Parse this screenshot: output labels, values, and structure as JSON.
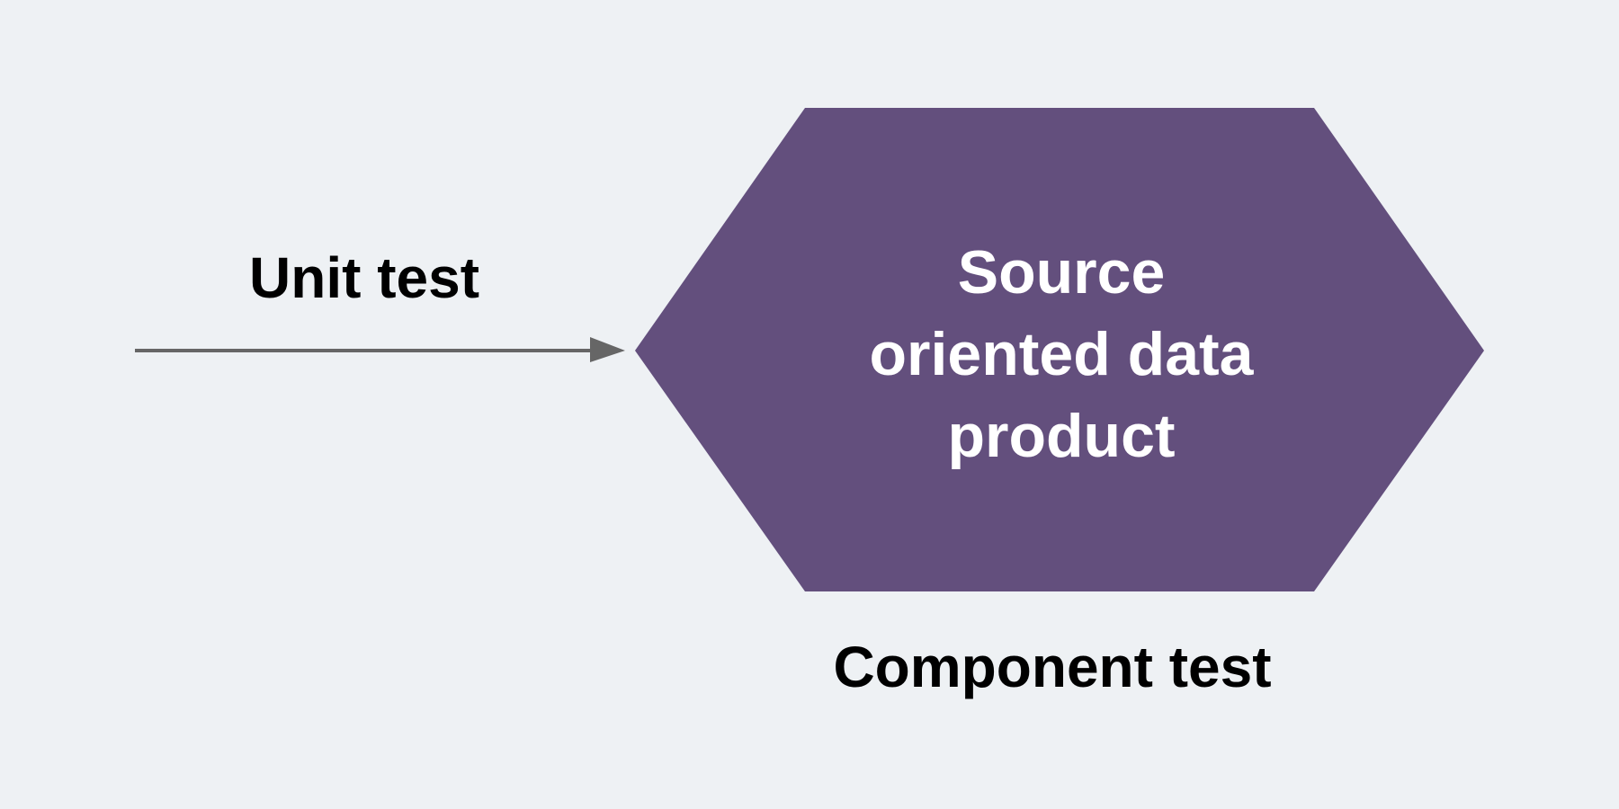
{
  "colors": {
    "background": "#eef1f4",
    "hexagon_fill": "#634f7d",
    "arrow": "#666666",
    "label_text": "#000000",
    "hexagon_text": "#ffffff"
  },
  "diagram": {
    "edge_label": "Unit test",
    "node": {
      "lines": [
        "Source",
        "oriented data",
        "product"
      ]
    },
    "node_caption": "Component test"
  }
}
